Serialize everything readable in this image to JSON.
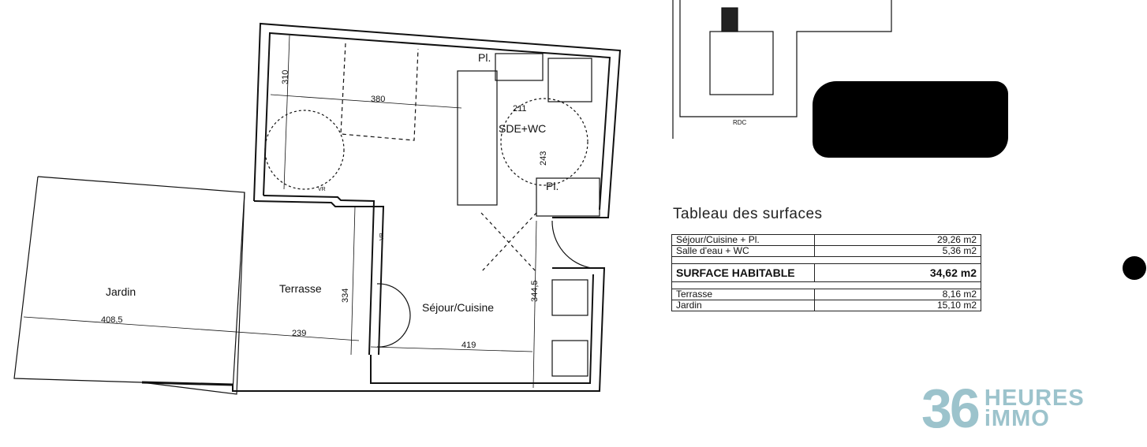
{
  "plan": {
    "rooms": {
      "jardin": "Jardin",
      "terrasse": "Terrasse",
      "sejour": "Séjour/Cuisine",
      "sde": "SDE+WC",
      "placard1": "Pl.",
      "placard2": "Pl."
    },
    "dimensions": {
      "d380": "380",
      "d310": "310",
      "d211": "211",
      "d243": "243",
      "d334": "334",
      "d3445": "344,5",
      "d4085": "408,5",
      "d239": "239",
      "d419": "419"
    },
    "vr_1": "VR",
    "vr_2": "VR",
    "site_plan_label": "RDC"
  },
  "table": {
    "title": "Tableau des surfaces",
    "rows": [
      {
        "label": "Séjour/Cuisine + Pl.",
        "value": "29,26  m2"
      },
      {
        "label": "Salle d'eau + WC",
        "value": "5,36  m2"
      }
    ],
    "total": {
      "label": "SURFACE HABITABLE",
      "value": "34,62  m2"
    },
    "outdoor": [
      {
        "label": "Terrasse",
        "value": "8,16  m2"
      },
      {
        "label": "Jardin",
        "value": "15,10  m2"
      }
    ]
  },
  "logo": {
    "number": "36",
    "line1": "HEURES",
    "line2": "iMMO",
    "color": "#9cc3cc"
  }
}
